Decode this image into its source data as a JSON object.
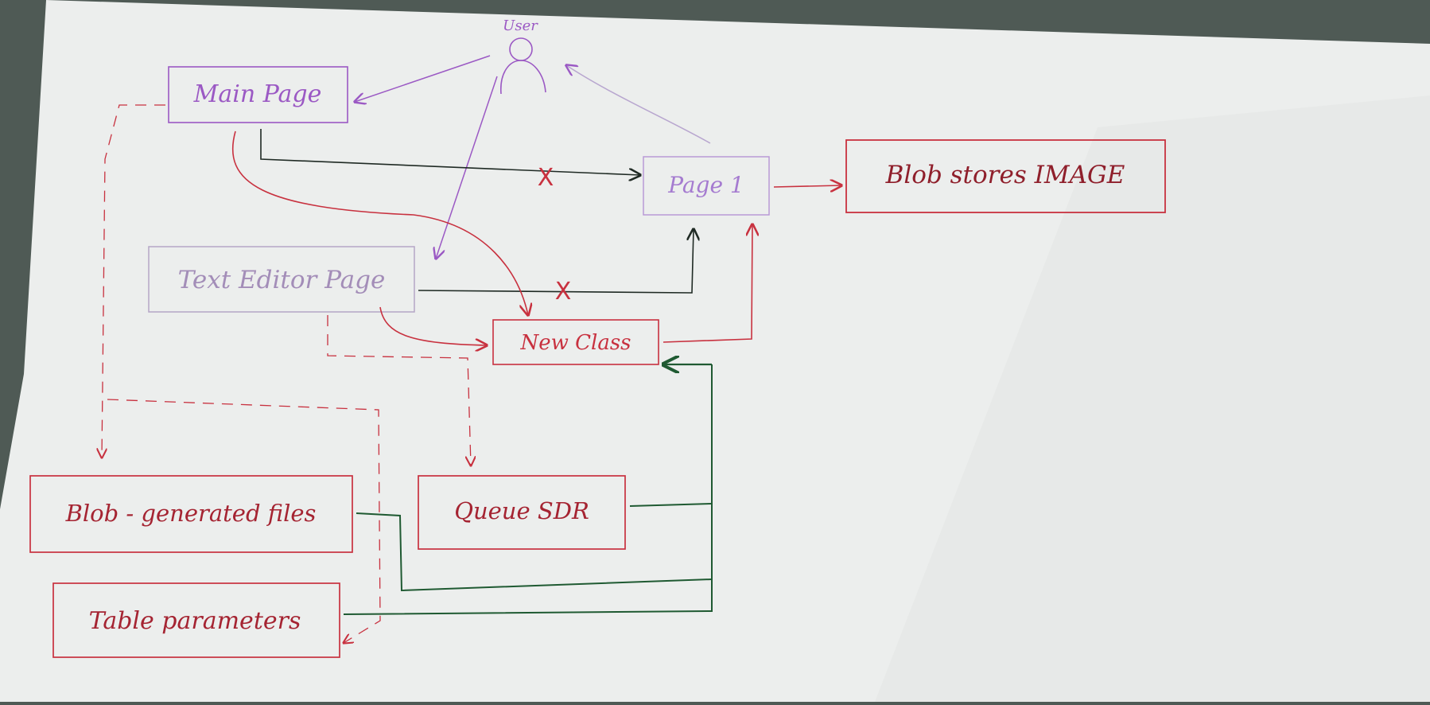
{
  "diagram": {
    "actor": {
      "label": "User"
    },
    "nodes": [
      {
        "id": "main-page",
        "label": "Main Page",
        "color": "#9b59c4"
      },
      {
        "id": "page-1",
        "label": "Page 1",
        "color": "#a57bd0"
      },
      {
        "id": "blob-image",
        "label": "Blob stores IMAGE",
        "color": "#c8313f"
      },
      {
        "id": "text-editor-page",
        "label": "Text Editor Page",
        "color": "#a38db8"
      },
      {
        "id": "new-class",
        "label": "New Class",
        "color": "#c8313f"
      },
      {
        "id": "blob-generated",
        "label": "Blob - generated files",
        "color": "#c8313f"
      },
      {
        "id": "queue-sdr",
        "label": "Queue SDR",
        "color": "#c8313f"
      },
      {
        "id": "table-parameters",
        "label": "Table parameters",
        "color": "#c8313f"
      }
    ],
    "markers": {
      "cross": "X"
    },
    "colors": {
      "purple": "#9b59c4",
      "red": "#c8313f",
      "black": "#1f2a24",
      "green": "#1f5a32",
      "paper": "#eceeed"
    }
  }
}
